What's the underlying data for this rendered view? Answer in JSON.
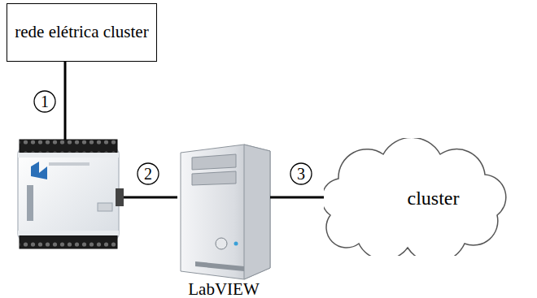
{
  "diagram": {
    "nodes": [
      {
        "text": [
          "rede elétrica cluster"
        ]
      },
      {
        "text": [
          "LabVIEW"
        ]
      },
      {
        "text": [
          "cluster"
        ]
      }
    ],
    "edges": [
      {
        "from": 1,
        "to": 2,
        "arrow": "none"
      }
    ],
    "labels": [
      "1",
      "2",
      "3"
    ]
  }
}
